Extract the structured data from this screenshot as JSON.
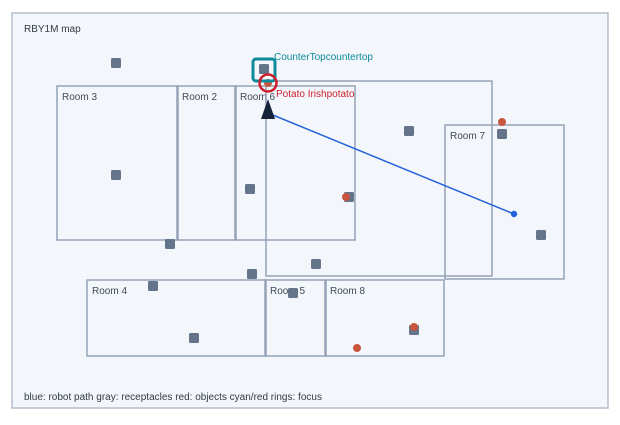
{
  "map": {
    "title": "RBY1M map",
    "legend": "blue: robot path  gray: receptacles  red: objects  cyan/red rings: focus",
    "colors": {
      "background": "#f3f6fb",
      "frame": "#b4bfcc",
      "room_border": "#94a3b8",
      "room_label": "#3f4a57",
      "receptacle": "#64748b",
      "object": "#c8553d",
      "path": "#2563d9",
      "focus_receptacle": "#0e8a9a",
      "focus_object": "#cc1f2c",
      "robot": "#14233a"
    },
    "rooms": [
      {
        "label": "Room 3"
      },
      {
        "label": "Room 2"
      },
      {
        "label": "Room 6"
      },
      {
        "label": "Room 7"
      },
      {
        "label": "Room 4"
      },
      {
        "label": "Room 5"
      },
      {
        "label": "Room 8"
      }
    ],
    "focus_receptacle_label": "CounterTopcountertop",
    "focus_object_label": "Potato Irishpotato"
  }
}
